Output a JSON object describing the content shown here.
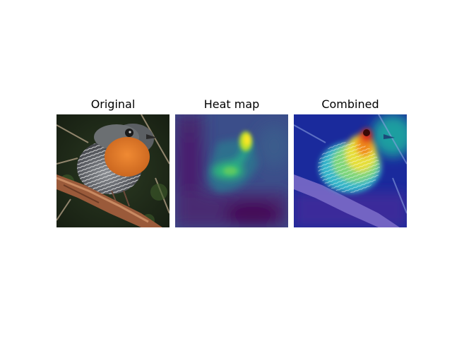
{
  "figure": {
    "panels": [
      {
        "title": "Original",
        "content": "photo of a small bird with orange breast and grey barred belly perched on a branch"
      },
      {
        "title": "Heat map",
        "content": "viridis attention heat map, brightest near top-center"
      },
      {
        "title": "Combined",
        "content": "heat map (jet colormap) overlaid on the bird photo"
      }
    ],
    "colors": {
      "background": "#ffffff",
      "bird_orange": "#e07a2c",
      "bird_grey": "#6e7175",
      "branch_brown": "#9a5a3a",
      "heat_low": "#440154",
      "heat_mid": "#21918c",
      "heat_high": "#fde725"
    }
  }
}
